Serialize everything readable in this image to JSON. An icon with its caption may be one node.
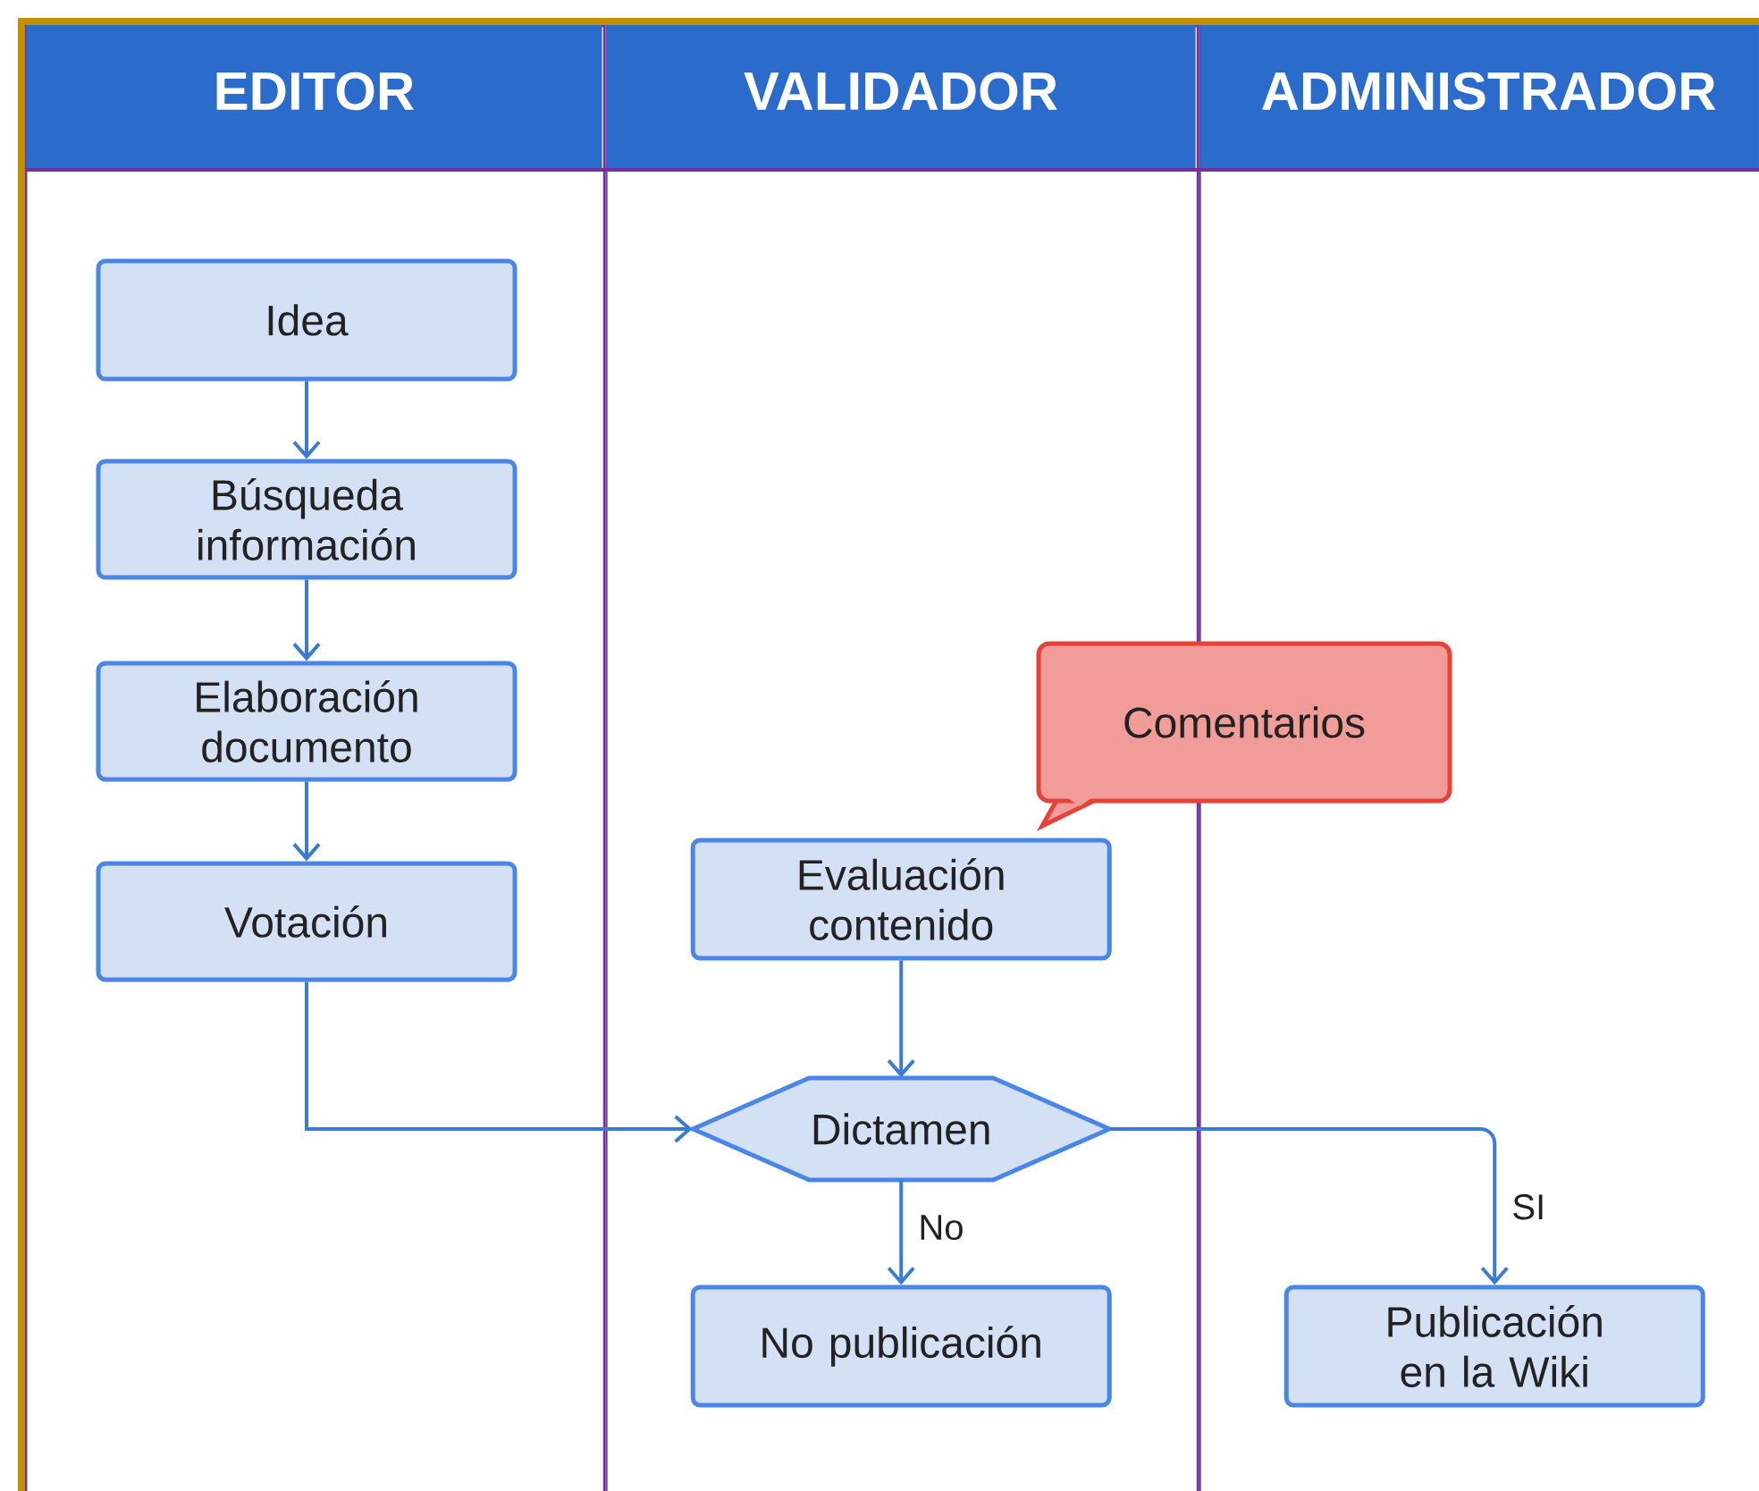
{
  "diagram": {
    "nodes": [
      {
        "text": [
          "EDITOR"
        ]
      },
      {
        "text": [
          "VALIDADOR"
        ]
      },
      {
        "text": [
          "ADMINISTRADOR"
        ]
      },
      {
        "text": [
          "Idea"
        ],
        "in": 0
      },
      {
        "text": [
          "Búsqueda información"
        ],
        "in": 0
      },
      {
        "text": [
          "Elaboración documento"
        ],
        "in": 0
      },
      {
        "text": [
          "Votación"
        ],
        "in": 0
      },
      {
        "text": [
          "Comentarios"
        ]
      },
      {
        "text": [
          "Evaluación contenido"
        ],
        "in": 1
      },
      {
        "text": [
          "Dictamen"
        ],
        "in": 1
      },
      {
        "text": [
          "No publicación"
        ],
        "in": 1
      },
      {
        "text": [
          "Publicación en la Wiki"
        ],
        "in": 2
      }
    ],
    "edges": [
      {
        "from": 3,
        "to": 4,
        "arrow": "to"
      },
      {
        "from": 4,
        "to": 5,
        "arrow": "to"
      },
      {
        "from": 5,
        "to": 6,
        "arrow": "to"
      },
      {
        "from": 6,
        "to": 9,
        "arrow": "to"
      },
      {
        "from": 8,
        "to": 9,
        "arrow": "to"
      },
      {
        "from": 9,
        "to": 10,
        "arrow": "to",
        "label": "No"
      },
      {
        "from": 9,
        "to": 11,
        "arrow": "to",
        "label": "SI"
      }
    ]
  }
}
